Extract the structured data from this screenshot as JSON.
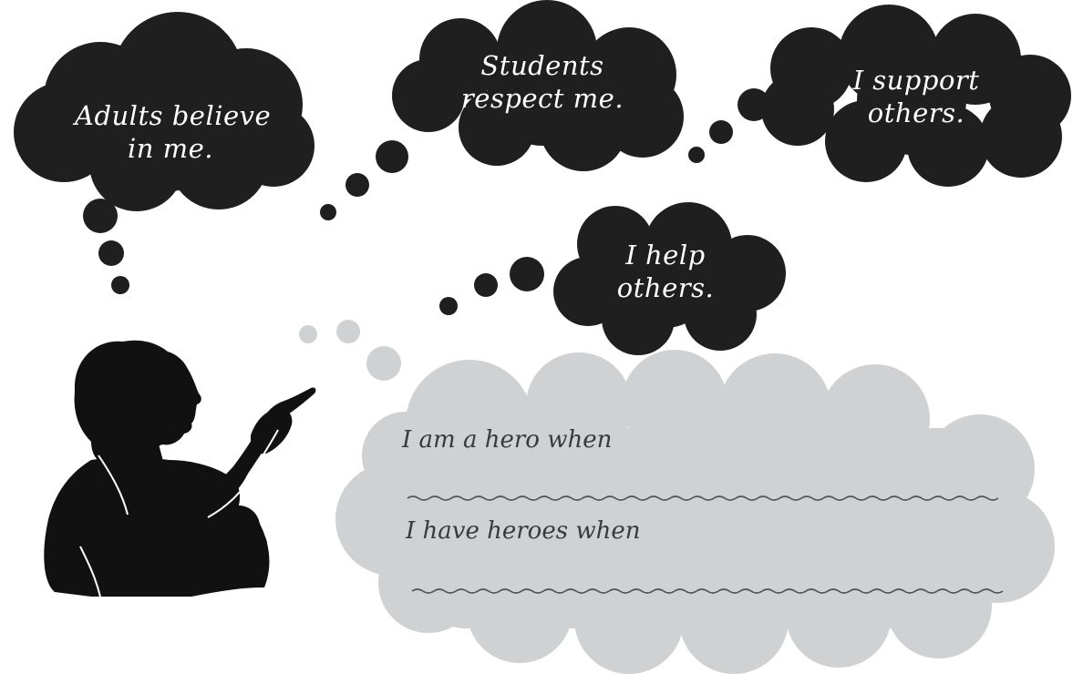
{
  "colors": {
    "thought_bubble": "#1f1f1f",
    "answer_bubble": "#d0d1d3",
    "write_line": "#555555"
  },
  "bubbles": {
    "adults": {
      "line1": "Adults believe",
      "line2": "in me."
    },
    "students": {
      "line1": "Students",
      "line2": "respect me."
    },
    "support": {
      "line1": "I  support",
      "line2": "others."
    },
    "help": {
      "line1": "I help",
      "line2": "others."
    }
  },
  "answer_cloud": {
    "prompt1": "I am a hero when",
    "prompt2": "I have heroes when"
  }
}
